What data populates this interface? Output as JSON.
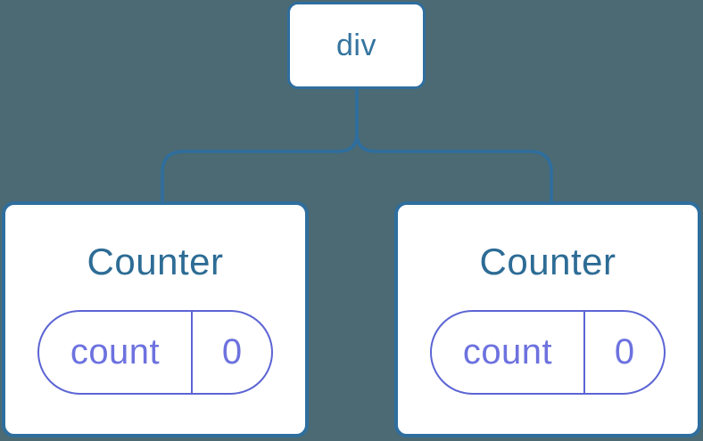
{
  "tree": {
    "root": {
      "label": "div"
    },
    "children": [
      {
        "title": "Counter",
        "state": {
          "key": "count",
          "value": "0"
        }
      },
      {
        "title": "Counter",
        "state": {
          "key": "count",
          "value": "0"
        }
      }
    ]
  },
  "colors": {
    "background": "#4C6A73",
    "node_border": "#2E6E9E",
    "node_text": "#35749F",
    "title_text": "#2D6C95",
    "state_border": "#5C64D4",
    "state_text": "#6D72DF"
  }
}
